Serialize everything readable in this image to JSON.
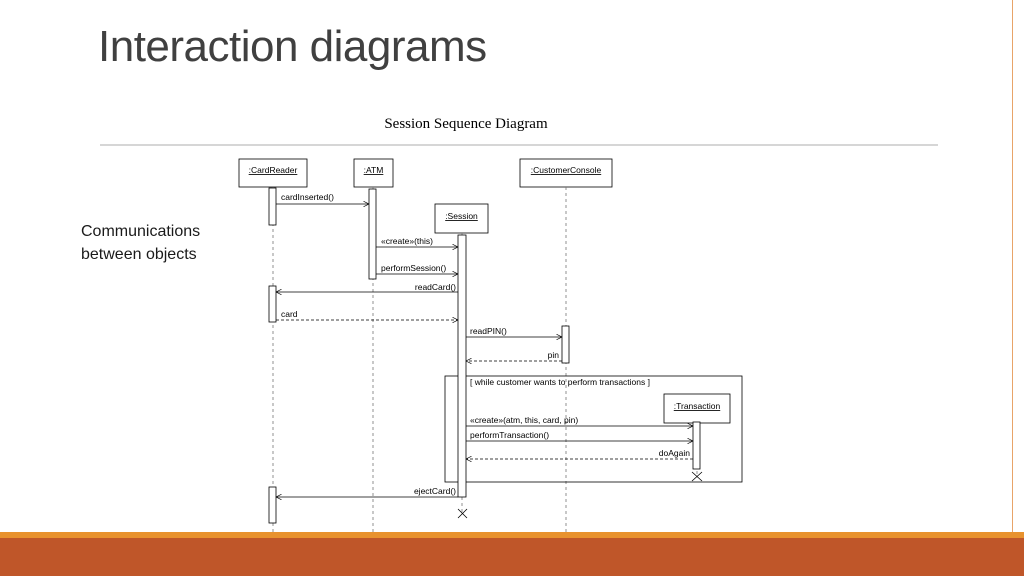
{
  "slide": {
    "title": "Interaction diagrams",
    "body_lines": [
      "Communications",
      "between objects"
    ]
  },
  "diagram": {
    "title": "Session Sequence Diagram",
    "lifelines": [
      {
        "id": "cardreader",
        "label": ":CardReader"
      },
      {
        "id": "atm",
        "label": ":ATM"
      },
      {
        "id": "session",
        "label": ":Session"
      },
      {
        "id": "console",
        "label": ":CustomerConsole"
      },
      {
        "id": "transaction",
        "label": ":Transaction"
      }
    ],
    "messages": [
      {
        "id": "m1",
        "label": "cardInserted()",
        "from": "cardreader",
        "to": "atm",
        "kind": "call"
      },
      {
        "id": "m2",
        "label": "«create»(this)",
        "from": "atm",
        "to": "session",
        "kind": "call"
      },
      {
        "id": "m3",
        "label": "performSession()",
        "from": "atm",
        "to": "session",
        "kind": "call"
      },
      {
        "id": "m4",
        "label": "readCard()",
        "from": "session",
        "to": "cardreader",
        "kind": "call"
      },
      {
        "id": "m5",
        "label": "card",
        "from": "cardreader",
        "to": "session",
        "kind": "return"
      },
      {
        "id": "m6",
        "label": "readPIN()",
        "from": "session",
        "to": "console",
        "kind": "call"
      },
      {
        "id": "m7",
        "label": "pin",
        "from": "console",
        "to": "session",
        "kind": "return"
      },
      {
        "id": "m8",
        "label": "«create»(atm, this, card, pin)",
        "from": "session",
        "to": "transaction",
        "kind": "call"
      },
      {
        "id": "m9",
        "label": "performTransaction()",
        "from": "session",
        "to": "transaction",
        "kind": "call"
      },
      {
        "id": "m10",
        "label": "doAgain",
        "from": "transaction",
        "to": "session",
        "kind": "return"
      },
      {
        "id": "m11",
        "label": "ejectCard()",
        "from": "session",
        "to": "cardreader",
        "kind": "call"
      }
    ],
    "loop_guard": "[ while customer wants to perform transactions ]"
  }
}
